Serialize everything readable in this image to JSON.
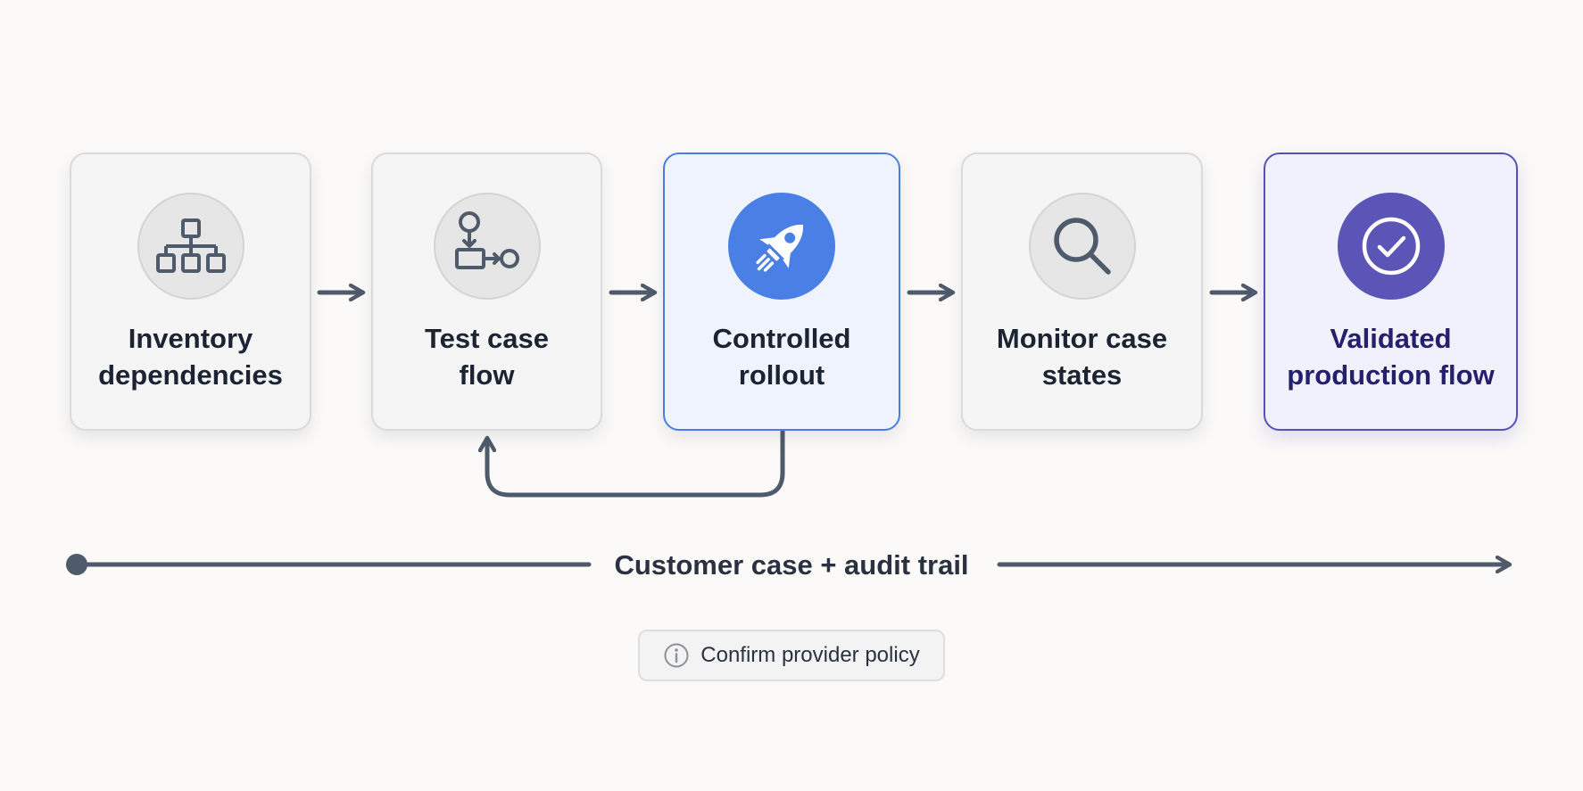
{
  "steps": [
    {
      "id": "inventory",
      "label": "Inventory\ndependencies",
      "icon": "hierarchy-icon"
    },
    {
      "id": "test",
      "label": "Test case\nflow",
      "icon": "flow-icon"
    },
    {
      "id": "rollout",
      "label": "Controlled\nrollout",
      "icon": "rocket-icon"
    },
    {
      "id": "monitor",
      "label": "Monitor case\nstates",
      "icon": "magnifier-icon"
    },
    {
      "id": "validated",
      "label": "Validated\nproduction flow",
      "icon": "check-circle-icon"
    }
  ],
  "timeline": {
    "label": "Customer case + audit trail"
  },
  "note": {
    "label": "Confirm provider policy",
    "icon": "info-icon"
  },
  "colors": {
    "highlight": "#4a7fe6",
    "final": "#5b55b8",
    "connector": "#4f5a6b"
  }
}
